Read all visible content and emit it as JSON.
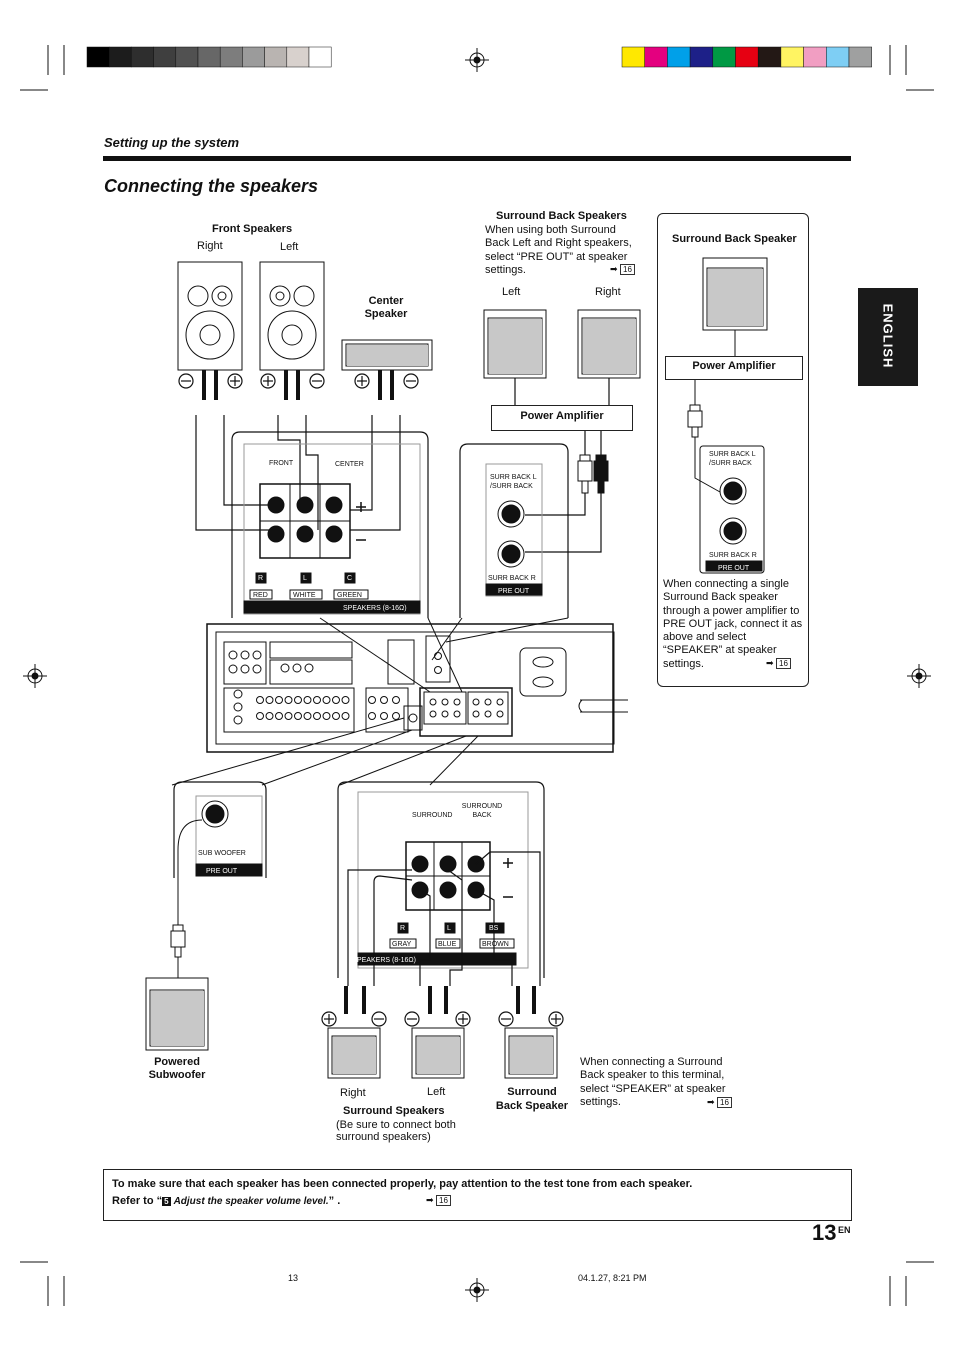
{
  "colors": {
    "gray_bars": [
      "#000000",
      "#1c1c1c",
      "#2e2e2e",
      "#3f3f3f",
      "#515151",
      "#676767",
      "#7d7d7d",
      "#9b9b9b",
      "#b9b4b1",
      "#d8d1cd",
      "#ffffff"
    ],
    "color_bars": [
      "#ffe800",
      "#e4007f",
      "#00a0e9",
      "#1d2088",
      "#009944",
      "#e60012",
      "#231815",
      "#fff462",
      "#f19ec2",
      "#7ecef4",
      "#9fa0a0"
    ]
  },
  "header": {
    "section": "Setting up the system",
    "title": "Connecting the speakers",
    "tab": "ENGLISH"
  },
  "front": {
    "title": "Front Speakers",
    "right": "Right",
    "left": "Left",
    "center_title": "Center Speaker"
  },
  "panel_front": {
    "front_label": "FRONT",
    "center_label": "CENTER",
    "r": "R",
    "l": "L",
    "c": "C",
    "red": "RED",
    "white": "WHITE",
    "green": "GREEN",
    "speakers": "SPEAKERS (8-16Ω)"
  },
  "sb_pair": {
    "title": "Surround Back Speakers",
    "desc": "When using both Surround Back Left and Right speakers, select “PRE OUT” at speaker settings.",
    "ref": "16",
    "left": "Left",
    "right": "Right",
    "amp": "Power Amplifier",
    "jack_l": "SURR BACK L",
    "jack_l2": "/SURR BACK",
    "jack_r": "SURR BACK R",
    "preout": "PRE OUT"
  },
  "sb_single": {
    "title": "Surround Back Speaker",
    "amp": "Power Amplifier",
    "jack_l": "SURR BACK L",
    "jack_l2": "/SURR BACK",
    "jack_r": "SURR BACK R",
    "preout": "PRE OUT",
    "desc": "When connecting a single Surround Back speaker through a power amplifier to PRE OUT jack, connect it as above and select “SPEAKER” at speaker settings.",
    "ref": "16"
  },
  "sub": {
    "jack": "SUB WOOFER",
    "preout": "PRE OUT",
    "label": "Powered Subwoofer"
  },
  "panel_surr": {
    "surround": "SURROUND",
    "surround_back": "SURROUND BACK",
    "r": "R",
    "l": "L",
    "bs": "BS",
    "gray": "GRAY",
    "blue": "BLUE",
    "brown": "BROWN",
    "speakers": "PEAKERS (8-16Ω)"
  },
  "surr_bottom": {
    "right": "Right",
    "left": "Left",
    "title": "Surround Speakers",
    "sub": "(Be sure to connect both surround speakers)",
    "sb_title": "Surround Back Speaker",
    "desc": "When connecting a Surround Back speaker to this terminal, select “SPEAKER” at speaker settings.",
    "ref": "16"
  },
  "note": {
    "line1": "To make sure that each speaker has been connected properly, pay attention to the test tone from each speaker.",
    "refer_prefix": "Refer to “",
    "step": "5",
    "refer_text": "Adjust the speaker volume level.",
    "refer_suffix": "” .",
    "ref": "16"
  },
  "page": {
    "number": "13",
    "lang": "EN"
  },
  "footer": {
    "page": "13",
    "date": "04.1.27, 8:21 PM"
  }
}
